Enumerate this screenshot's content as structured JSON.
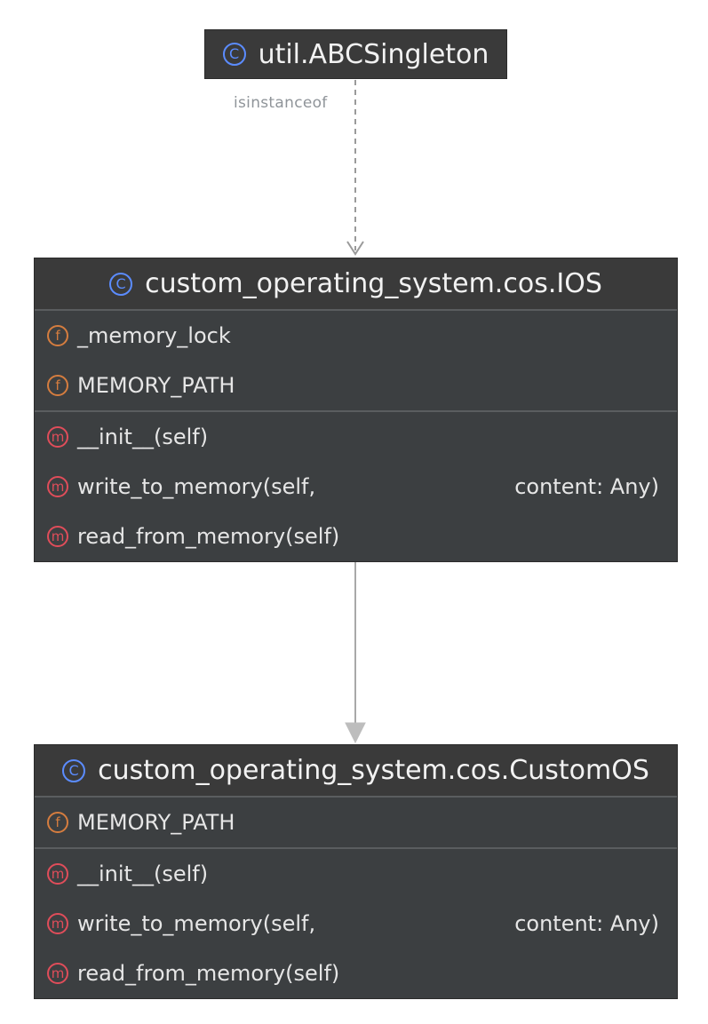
{
  "nodes": {
    "singleton": {
      "title": "util.ABCSingleton",
      "icon": "class-icon",
      "fields": [],
      "methods": []
    },
    "ios": {
      "title": "custom_operating_system.cos.IOS",
      "icon": "class-icon",
      "fields": [
        {
          "badge": "f",
          "name": "_memory_lock"
        },
        {
          "badge": "f",
          "name": "MEMORY_PATH"
        }
      ],
      "methods": [
        {
          "badge": "m",
          "name": "__init__(self)",
          "param": ""
        },
        {
          "badge": "m",
          "name": "write_to_memory(self,",
          "param": "content: Any)"
        },
        {
          "badge": "m",
          "name": "read_from_memory(self)",
          "param": ""
        }
      ]
    },
    "customos": {
      "title": "custom_operating_system.cos.CustomOS",
      "icon": "class-icon",
      "fields": [
        {
          "badge": "f",
          "name": "MEMORY_PATH"
        }
      ],
      "methods": [
        {
          "badge": "m",
          "name": "__init__(self)",
          "param": ""
        },
        {
          "badge": "m",
          "name": "write_to_memory(self,",
          "param": "content: Any)"
        },
        {
          "badge": "m",
          "name": "read_from_memory(self)",
          "param": ""
        }
      ]
    }
  },
  "edges": [
    {
      "from": "singleton",
      "to": "ios",
      "style": "dashed",
      "label": "isinstanceof"
    },
    {
      "from": "ios",
      "to": "customos",
      "style": "solid",
      "label": ""
    }
  ],
  "colors": {
    "class_icon": "#5b8cff",
    "field_icon": "#d57d3f",
    "method_icon": "#e04d5a",
    "box_bg": "#3c3f41",
    "edge": "#9a9a9a"
  }
}
